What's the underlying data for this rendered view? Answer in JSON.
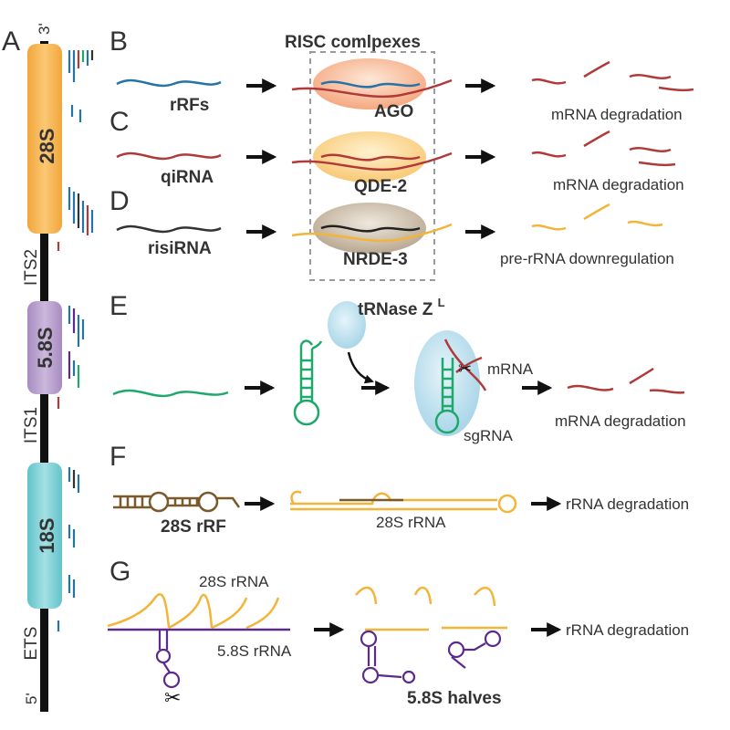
{
  "panels": {
    "A": "A",
    "B": "B",
    "C": "C",
    "D": "D",
    "E": "E",
    "F": "F",
    "G": "G"
  },
  "gene": {
    "end_3": "3'",
    "end_5": "5'",
    "seg_28s": "28S",
    "seg_58s": "5.8S",
    "seg_18s": "18S",
    "its2": "ITS2",
    "its1": "ITS1",
    "ets": "ETS"
  },
  "risc": {
    "title": "RISC comlpexes",
    "b_small": "rRFs",
    "b_protein": "AGO",
    "b_outcome": "mRNA degradation",
    "c_small": "qiRNA",
    "c_protein": "QDE-2",
    "c_outcome": "mRNA degradation",
    "d_small": "risiRNA",
    "d_protein": "NRDE-3",
    "d_outcome": "pre-rRNA downregulation"
  },
  "panel_e": {
    "enzyme": "tRNase Z",
    "enzyme_sup": "L",
    "target": "mRNA",
    "guide": "sgRNA",
    "outcome": "mRNA degradation"
  },
  "panel_f": {
    "small": "28S rRF",
    "target": "28S rRNA",
    "outcome": "rRNA degradation"
  },
  "panel_g": {
    "rrna_28s": "28S rRNA",
    "rrna_58s": "5.8S rRNA",
    "halves": "5.8S halves",
    "outcome": "rRNA degradation"
  },
  "colors": {
    "seg_28s": "#f6b352",
    "seg_58s": "#b39bc9",
    "seg_18s": "#7fd0d6",
    "risc_blue": "#2474a8",
    "risc_red": "#b03a3a",
    "risc_dark": "#333333",
    "green": "#1fa86c",
    "brown": "#7a5a2a",
    "yellow": "#f2b53a",
    "purple": "#5c2a8c",
    "ago": "#f5a77f",
    "qde": "#f9c874",
    "nrde": "#c2b3a0",
    "trnase": "#bde0ee"
  }
}
